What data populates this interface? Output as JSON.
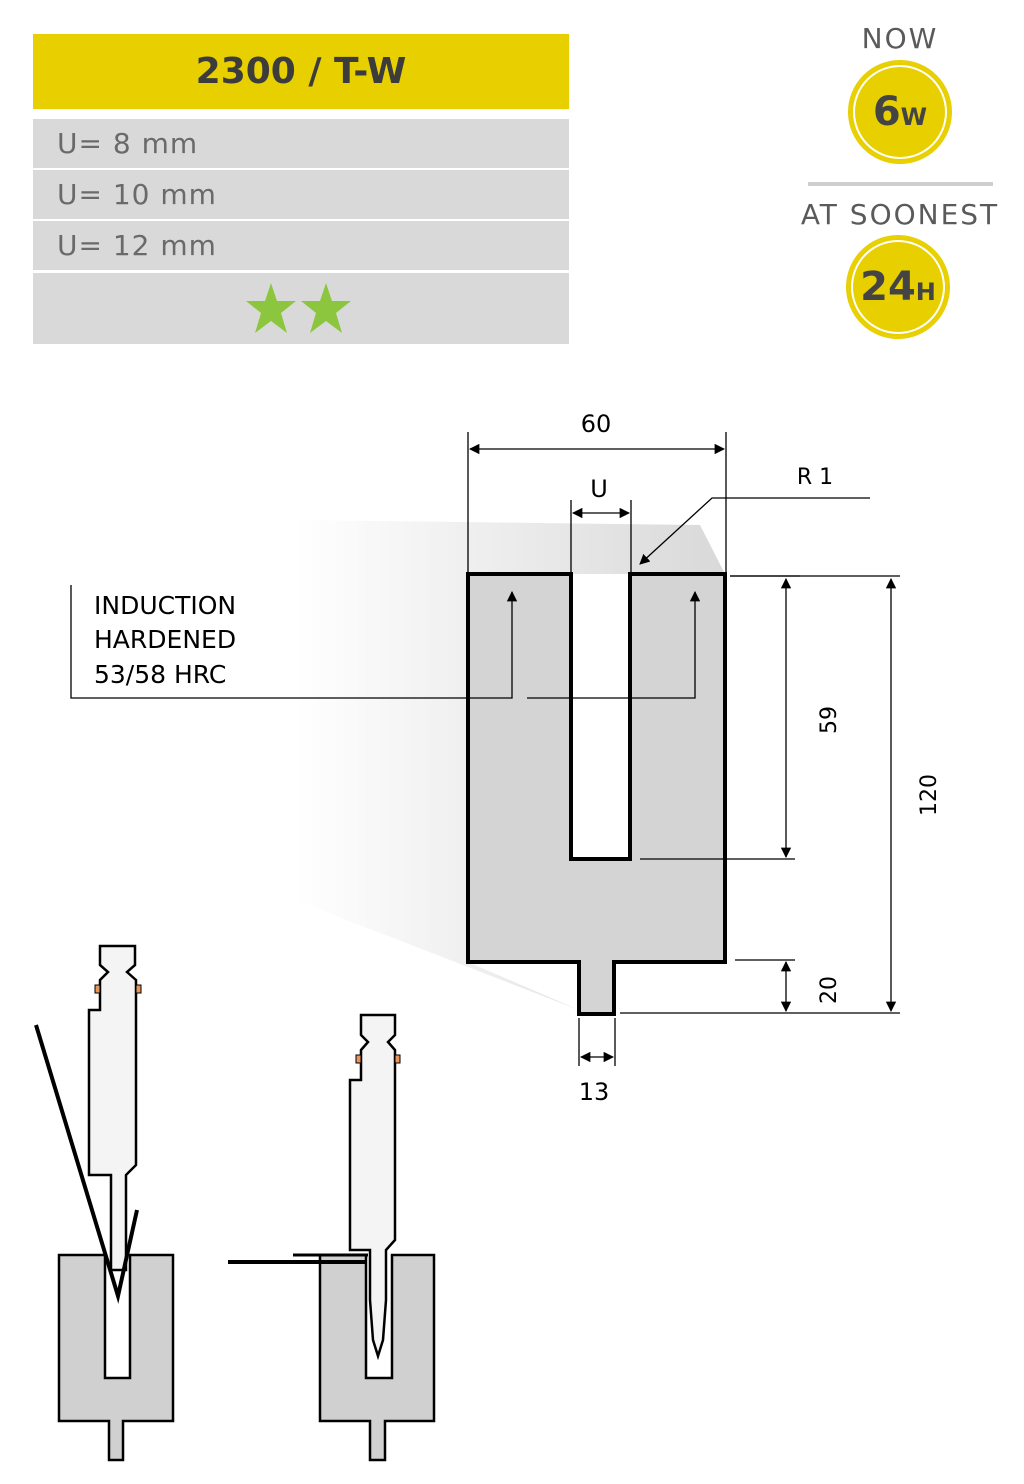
{
  "product": {
    "title": "2300 / T-W",
    "variants": [
      "U= 8 mm",
      "U= 10 mm",
      "U= 12 mm"
    ],
    "rating_stars": 2
  },
  "delivery": {
    "now_label": "NOW",
    "now_value": "6",
    "now_unit": "W",
    "soonest_label": "AT SOONEST",
    "soonest_value": "24",
    "soonest_unit": "H"
  },
  "drawing": {
    "width": "60",
    "slot": "U",
    "radius": "R 1",
    "slot_depth": "59",
    "height": "120",
    "tang_height": "20",
    "tang_width": "13",
    "note": [
      "INDUCTION",
      "HARDENED",
      "53/58 HRC"
    ]
  },
  "colors": {
    "accent": "#e8cf00",
    "star": "#8cc63f",
    "die": "#d4d4d4"
  }
}
